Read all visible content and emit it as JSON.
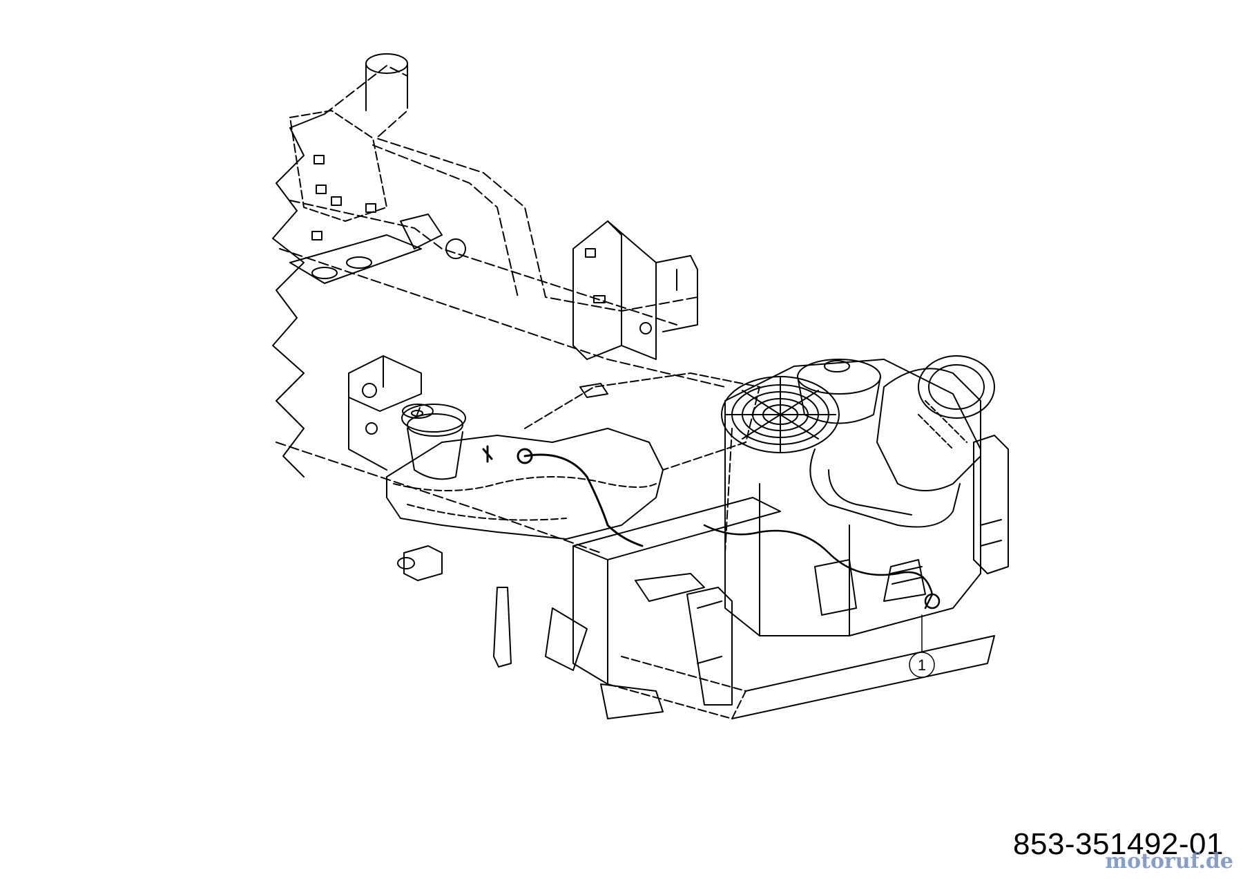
{
  "diagram": {
    "callouts": [
      {
        "number": "1"
      }
    ],
    "part_number": "853-351492-01",
    "watermark": "motoruf.de"
  },
  "colors": {
    "line": "#000000",
    "background": "#ffffff",
    "watermark": "#6f8fc0"
  }
}
